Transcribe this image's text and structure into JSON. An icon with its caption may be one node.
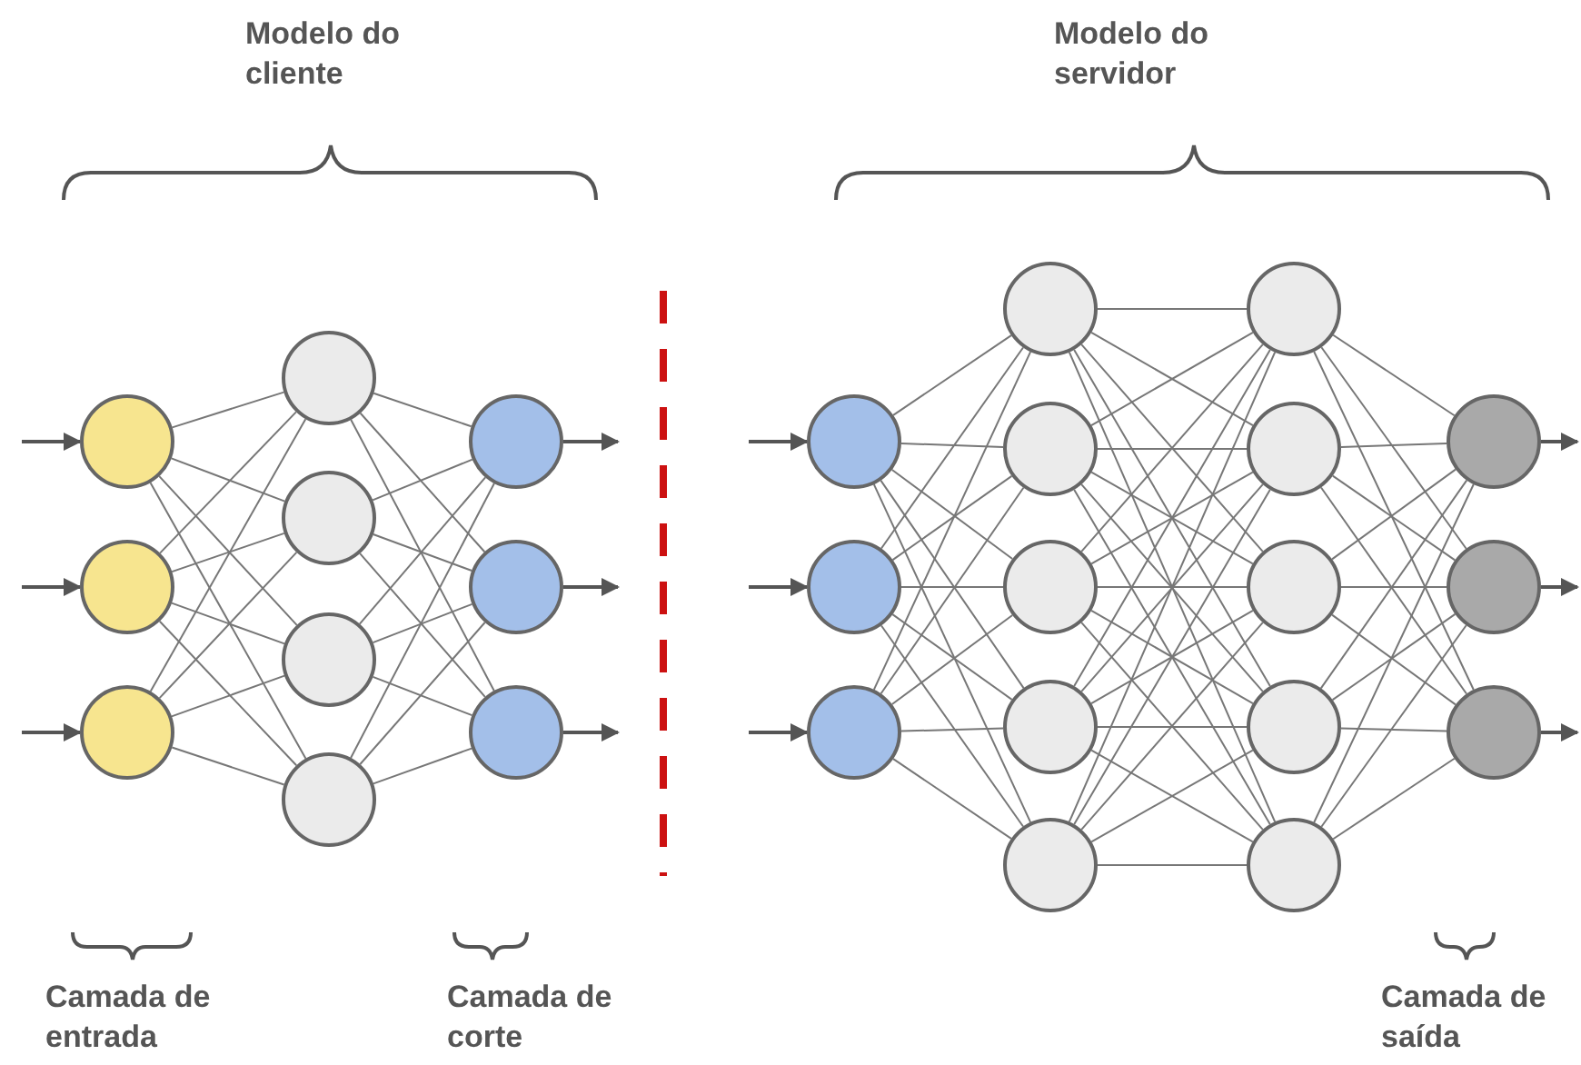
{
  "diagram": {
    "nodes": [
      {
        "text": [],
        "shape": "circle"
      },
      {
        "text": [],
        "shape": "circle"
      },
      {
        "text": [],
        "shape": "circle"
      },
      {
        "text": [],
        "shape": "circle"
      },
      {
        "text": [],
        "shape": "circle"
      },
      {
        "text": [],
        "shape": "circle"
      },
      {
        "text": [],
        "shape": "circle"
      },
      {
        "text": [],
        "shape": "circle"
      },
      {
        "text": [],
        "shape": "circle"
      },
      {
        "text": [],
        "shape": "circle"
      },
      {
        "text": [],
        "shape": "circle"
      },
      {
        "text": [],
        "shape": "circle"
      },
      {
        "text": [],
        "shape": "circle"
      },
      {
        "text": [],
        "shape": "circle"
      },
      {
        "text": [],
        "shape": "circle"
      },
      {
        "text": [],
        "shape": "circle"
      },
      {
        "text": [],
        "shape": "circle"
      },
      {
        "text": [],
        "shape": "circle"
      },
      {
        "text": [],
        "shape": "circle"
      },
      {
        "text": [],
        "shape": "circle"
      },
      {
        "text": [],
        "shape": "circle"
      },
      {
        "text": [],
        "shape": "circle"
      },
      {
        "text": [],
        "shape": "circle"
      },
      {
        "text": [],
        "shape": "circle"
      },
      {
        "text": [],
        "shape": "circle"
      },
      {
        "text": [],
        "shape": "circle"
      }
    ],
    "edges": [
      {
        "from": null,
        "to": 0,
        "arrow": "to"
      },
      {
        "from": null,
        "to": 1,
        "arrow": "to"
      },
      {
        "from": null,
        "to": 2,
        "arrow": "to"
      },
      {
        "from": 0,
        "to": 3,
        "arrow": "none"
      },
      {
        "from": 0,
        "to": 4,
        "arrow": "none"
      },
      {
        "from": 0,
        "to": 5,
        "arrow": "none"
      },
      {
        "from": 0,
        "to": 6,
        "arrow": "none"
      },
      {
        "from": 1,
        "to": 3,
        "arrow": "none"
      },
      {
        "from": 1,
        "to": 4,
        "arrow": "none"
      },
      {
        "from": 1,
        "to": 5,
        "arrow": "none"
      },
      {
        "from": 1,
        "to": 6,
        "arrow": "none"
      },
      {
        "from": 2,
        "to": 3,
        "arrow": "none"
      },
      {
        "from": 2,
        "to": 4,
        "arrow": "none"
      },
      {
        "from": 2,
        "to": 5,
        "arrow": "none"
      },
      {
        "from": 2,
        "to": 6,
        "arrow": "none"
      },
      {
        "from": 3,
        "to": 7,
        "arrow": "none"
      },
      {
        "from": 3,
        "to": 8,
        "arrow": "none"
      },
      {
        "from": 3,
        "to": 9,
        "arrow": "none"
      },
      {
        "from": 4,
        "to": 7,
        "arrow": "none"
      },
      {
        "from": 4,
        "to": 8,
        "arrow": "none"
      },
      {
        "from": 4,
        "to": 9,
        "arrow": "none"
      },
      {
        "from": 5,
        "to": 7,
        "arrow": "none"
      },
      {
        "from": 5,
        "to": 8,
        "arrow": "none"
      },
      {
        "from": 5,
        "to": 9,
        "arrow": "none"
      },
      {
        "from": 6,
        "to": 7,
        "arrow": "none"
      },
      {
        "from": 6,
        "to": 8,
        "arrow": "none"
      },
      {
        "from": 6,
        "to": 9,
        "arrow": "none"
      },
      {
        "from": 7,
        "to": null,
        "arrow": "to"
      },
      {
        "from": 8,
        "to": null,
        "arrow": "to"
      },
      {
        "from": 9,
        "to": null,
        "arrow": "to"
      },
      {
        "from": null,
        "to": 10,
        "arrow": "to"
      },
      {
        "from": null,
        "to": 11,
        "arrow": "to"
      },
      {
        "from": null,
        "to": 12,
        "arrow": "to"
      },
      {
        "from": 10,
        "to": 13,
        "arrow": "none"
      },
      {
        "from": 10,
        "to": 14,
        "arrow": "none"
      },
      {
        "from": 10,
        "to": 15,
        "arrow": "none"
      },
      {
        "from": 10,
        "to": 16,
        "arrow": "none"
      },
      {
        "from": 10,
        "to": 17,
        "arrow": "none"
      },
      {
        "from": 11,
        "to": 13,
        "arrow": "none"
      },
      {
        "from": 11,
        "to": 14,
        "arrow": "none"
      },
      {
        "from": 11,
        "to": 15,
        "arrow": "none"
      },
      {
        "from": 11,
        "to": 16,
        "arrow": "none"
      },
      {
        "from": 11,
        "to": 17,
        "arrow": "none"
      },
      {
        "from": 12,
        "to": 13,
        "arrow": "none"
      },
      {
        "from": 12,
        "to": 14,
        "arrow": "none"
      },
      {
        "from": 12,
        "to": 15,
        "arrow": "none"
      },
      {
        "from": 12,
        "to": 16,
        "arrow": "none"
      },
      {
        "from": 12,
        "to": 17,
        "arrow": "none"
      },
      {
        "from": 13,
        "to": 18,
        "arrow": "none"
      },
      {
        "from": 13,
        "to": 19,
        "arrow": "none"
      },
      {
        "from": 13,
        "to": 20,
        "arrow": "none"
      },
      {
        "from": 13,
        "to": 21,
        "arrow": "none"
      },
      {
        "from": 13,
        "to": 22,
        "arrow": "none"
      },
      {
        "from": 14,
        "to": 18,
        "arrow": "none"
      },
      {
        "from": 14,
        "to": 19,
        "arrow": "none"
      },
      {
        "from": 14,
        "to": 20,
        "arrow": "none"
      },
      {
        "from": 14,
        "to": 21,
        "arrow": "none"
      },
      {
        "from": 14,
        "to": 22,
        "arrow": "none"
      },
      {
        "from": 15,
        "to": 18,
        "arrow": "none"
      },
      {
        "from": 15,
        "to": 19,
        "arrow": "none"
      },
      {
        "from": 15,
        "to": 20,
        "arrow": "none"
      },
      {
        "from": 15,
        "to": 21,
        "arrow": "none"
      },
      {
        "from": 15,
        "to": 22,
        "arrow": "none"
      },
      {
        "from": 16,
        "to": 18,
        "arrow": "none"
      },
      {
        "from": 16,
        "to": 19,
        "arrow": "none"
      },
      {
        "from": 16,
        "to": 20,
        "arrow": "none"
      },
      {
        "from": 16,
        "to": 21,
        "arrow": "none"
      },
      {
        "from": 16,
        "to": 22,
        "arrow": "none"
      },
      {
        "from": 17,
        "to": 18,
        "arrow": "none"
      },
      {
        "from": 17,
        "to": 19,
        "arrow": "none"
      },
      {
        "from": 17,
        "to": 20,
        "arrow": "none"
      },
      {
        "from": 17,
        "to": 21,
        "arrow": "none"
      },
      {
        "from": 17,
        "to": 22,
        "arrow": "none"
      },
      {
        "from": 18,
        "to": 23,
        "arrow": "none"
      },
      {
        "from": 18,
        "to": 24,
        "arrow": "none"
      },
      {
        "from": 18,
        "to": 25,
        "arrow": "none"
      },
      {
        "from": 19,
        "to": 23,
        "arrow": "none"
      },
      {
        "from": 19,
        "to": 24,
        "arrow": "none"
      },
      {
        "from": 19,
        "to": 25,
        "arrow": "none"
      },
      {
        "from": 20,
        "to": 23,
        "arrow": "none"
      },
      {
        "from": 20,
        "to": 24,
        "arrow": "none"
      },
      {
        "from": 20,
        "to": 25,
        "arrow": "none"
      },
      {
        "from": 21,
        "to": 23,
        "arrow": "none"
      },
      {
        "from": 21,
        "to": 24,
        "arrow": "none"
      },
      {
        "from": 21,
        "to": 25,
        "arrow": "none"
      },
      {
        "from": 22,
        "to": 23,
        "arrow": "none"
      },
      {
        "from": 22,
        "to": 24,
        "arrow": "none"
      },
      {
        "from": 22,
        "to": 25,
        "arrow": "none"
      },
      {
        "from": 23,
        "to": null,
        "arrow": "to"
      },
      {
        "from": 24,
        "to": null,
        "arrow": "to"
      },
      {
        "from": 25,
        "to": null,
        "arrow": "to"
      }
    ],
    "labels": [
      "Modelo do cliente",
      "Modelo do servidor",
      "Camada de entrada",
      "Camada de corte",
      "Camada de saída"
    ]
  }
}
